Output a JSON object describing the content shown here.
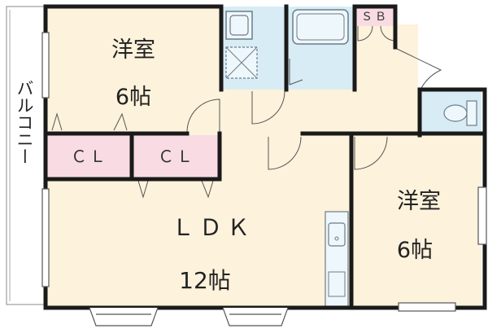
{
  "rooms": {
    "western_top": {
      "name": "洋室",
      "size": "6帖"
    },
    "ldk": {
      "name": "ＬＤＫ",
      "size": "12帖"
    },
    "western_right": {
      "name": "洋室",
      "size": "6帖"
    }
  },
  "closets": {
    "cl_left": "ＣＬ",
    "cl_right": "ＣＬ",
    "sb": "ＳＢ"
  },
  "balcony": {
    "label": "バルコニー"
  },
  "colors": {
    "room_fill": "#fdf2dc",
    "wet_fill": "#d8ecf6",
    "closet_fill": "#f8dbe3",
    "wall": "#1a1a1a",
    "fixture_line": "#6d7c86",
    "balcony_fill": "#ffffff"
  }
}
